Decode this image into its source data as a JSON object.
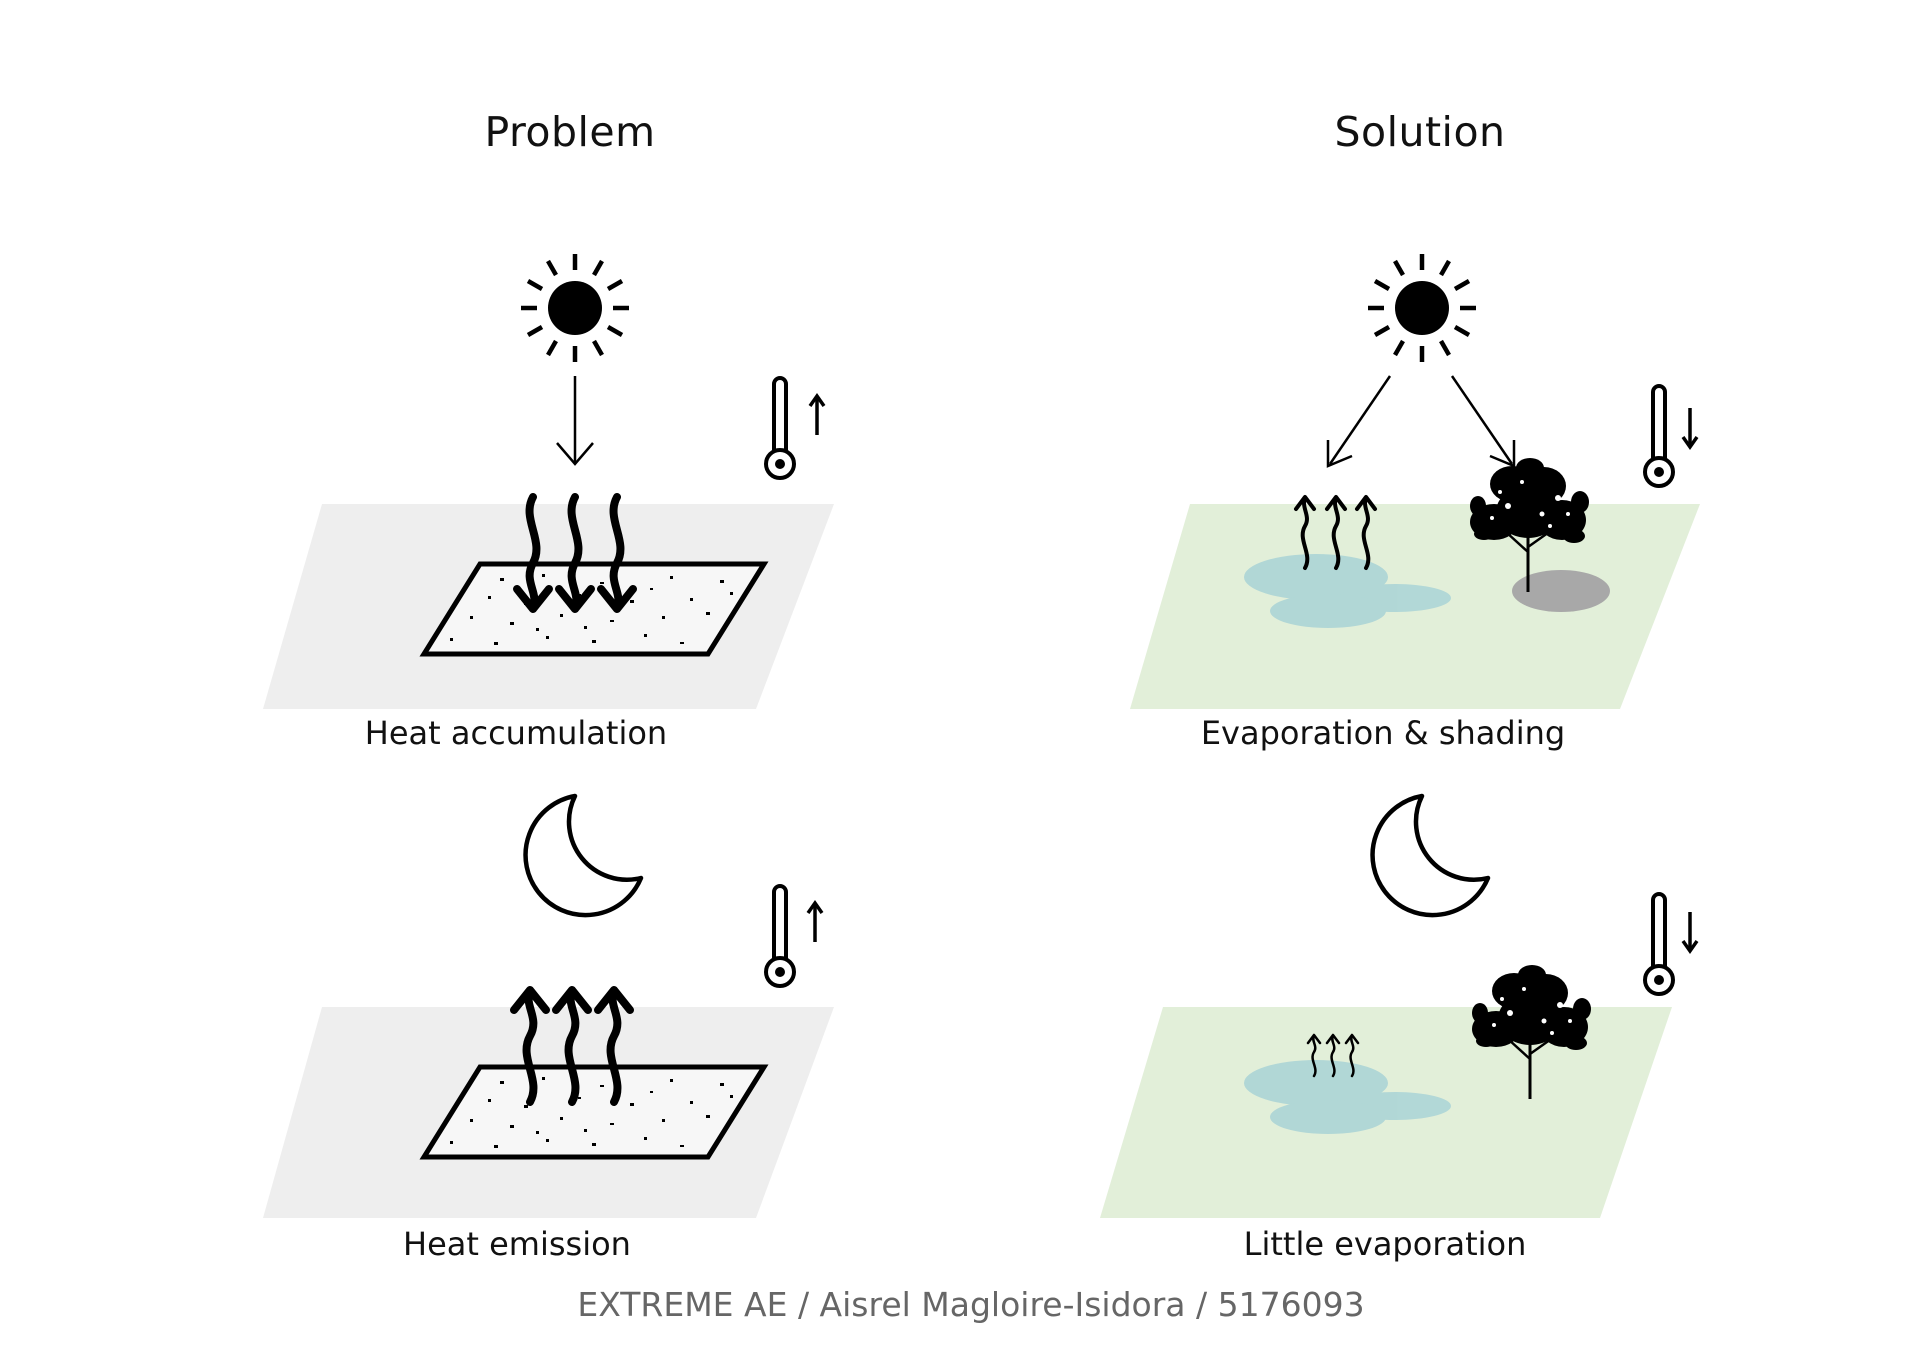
{
  "columns": {
    "problem": {
      "heading": "Problem",
      "day": {
        "caption": "Heat accumulation",
        "temperature_trend": "up",
        "surface_color": "#eeeeee"
      },
      "night": {
        "caption": "Heat emission",
        "temperature_trend": "up",
        "surface_color": "#eeeeee"
      }
    },
    "solution": {
      "heading": "Solution",
      "day": {
        "caption": "Evaporation & shading",
        "temperature_trend": "down",
        "surface_color": "#e2efd9"
      },
      "night": {
        "caption": "Little evaporation",
        "temperature_trend": "down",
        "surface_color": "#e2efd9"
      }
    }
  },
  "footer": "EXTREME AE / Aisrel Magloire-Isidora / 5176093",
  "icons": [
    "sun-icon",
    "moon-icon",
    "thermometer-icon",
    "heat-wave-arrow-icon",
    "tree-icon",
    "water-pond-icon",
    "paved-surface-icon"
  ],
  "colors": {
    "water": "#a9d3d6",
    "shade": "#a8a8a8",
    "ink": "#000000",
    "footer_text": "#666666"
  }
}
